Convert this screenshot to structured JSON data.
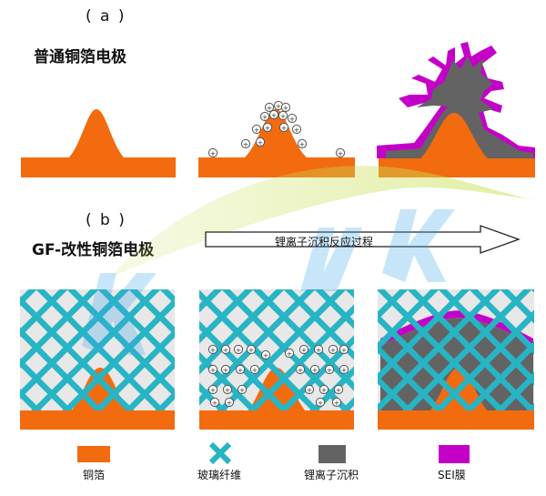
{
  "panel_a": {
    "letter": "( a )",
    "title": "普通铜箔电极"
  },
  "panel_b": {
    "letter": "( b )",
    "title": "GF-改性铜箔电极"
  },
  "process_arrow": {
    "label": "锂离子沉积反应过程"
  },
  "legend": [
    {
      "label": "铜箔",
      "color": "#f26b0f"
    },
    {
      "label": "玻璃纤维",
      "color": "#27b4c4"
    },
    {
      "label": "锂离子沉积",
      "color": "#636363"
    },
    {
      "label": "SEI膜",
      "color": "#c400c8"
    }
  ],
  "ion_symbol": "+",
  "colors": {
    "copper": "#f26b0f",
    "fiber": "#27b4c4",
    "lithium": "#636363",
    "sei": "#c400c8",
    "mesh_bg": "#e8e8e8"
  }
}
